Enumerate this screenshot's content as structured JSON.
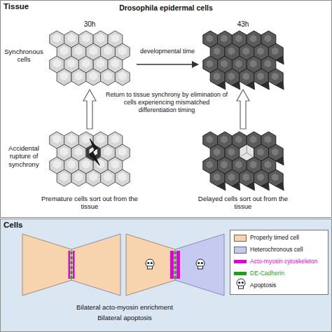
{
  "diagram": {
    "title": "Drosophila epidermal cells",
    "nodes": [
      {
        "text": [
          "Tissue"
        ]
      },
      {
        "text": [
          "Cells"
        ]
      }
    ],
    "labels": [
      "30h",
      "43h",
      "Synchronous cells",
      "developmental time",
      "Return to tissue synchrony by elimination of cells experiencing mismatched differentiation timing",
      "Accidental rupture of synchrony",
      "Premature cells sort out from the tissue",
      "Delayed cells sort out from the tissue",
      "Bilateral acto-myosin enrichment",
      "Bilateral apoptosis"
    ],
    "legend": [
      {
        "text": "Properly timed cell",
        "color": "#f7d3ae"
      },
      {
        "text": "Heterochronous cell",
        "color": "#c6c9f0"
      },
      {
        "text": "Acto-myosin cytoskeleton",
        "color": "#e000d8"
      },
      {
        "text": "DE-Cadherin",
        "color": "#1f9e1f"
      },
      {
        "text": "Apoptosis"
      }
    ]
  }
}
